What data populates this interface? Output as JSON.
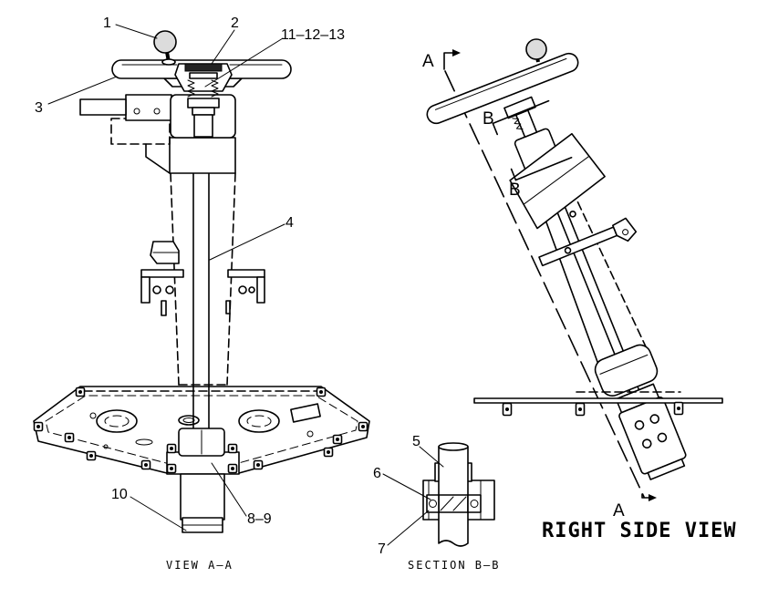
{
  "view_a_a": {
    "title": "VIEW A–A",
    "callouts": {
      "item_1": "1",
      "item_2": "2",
      "item_11_12_13": "11–12–13",
      "item_3": "3",
      "item_4": "4",
      "item_10": "10",
      "item_8_9": "8–9"
    }
  },
  "section_b_b": {
    "title": "SECTION B–B",
    "callouts": {
      "item_5": "5",
      "item_6": "6",
      "item_7": "7"
    }
  },
  "right_side_view": {
    "title": "RIGHT SIDE VIEW",
    "section_markers": {
      "a_top": "A",
      "b_top": "B",
      "b_bottom": "B",
      "a_bottom": "A"
    }
  }
}
